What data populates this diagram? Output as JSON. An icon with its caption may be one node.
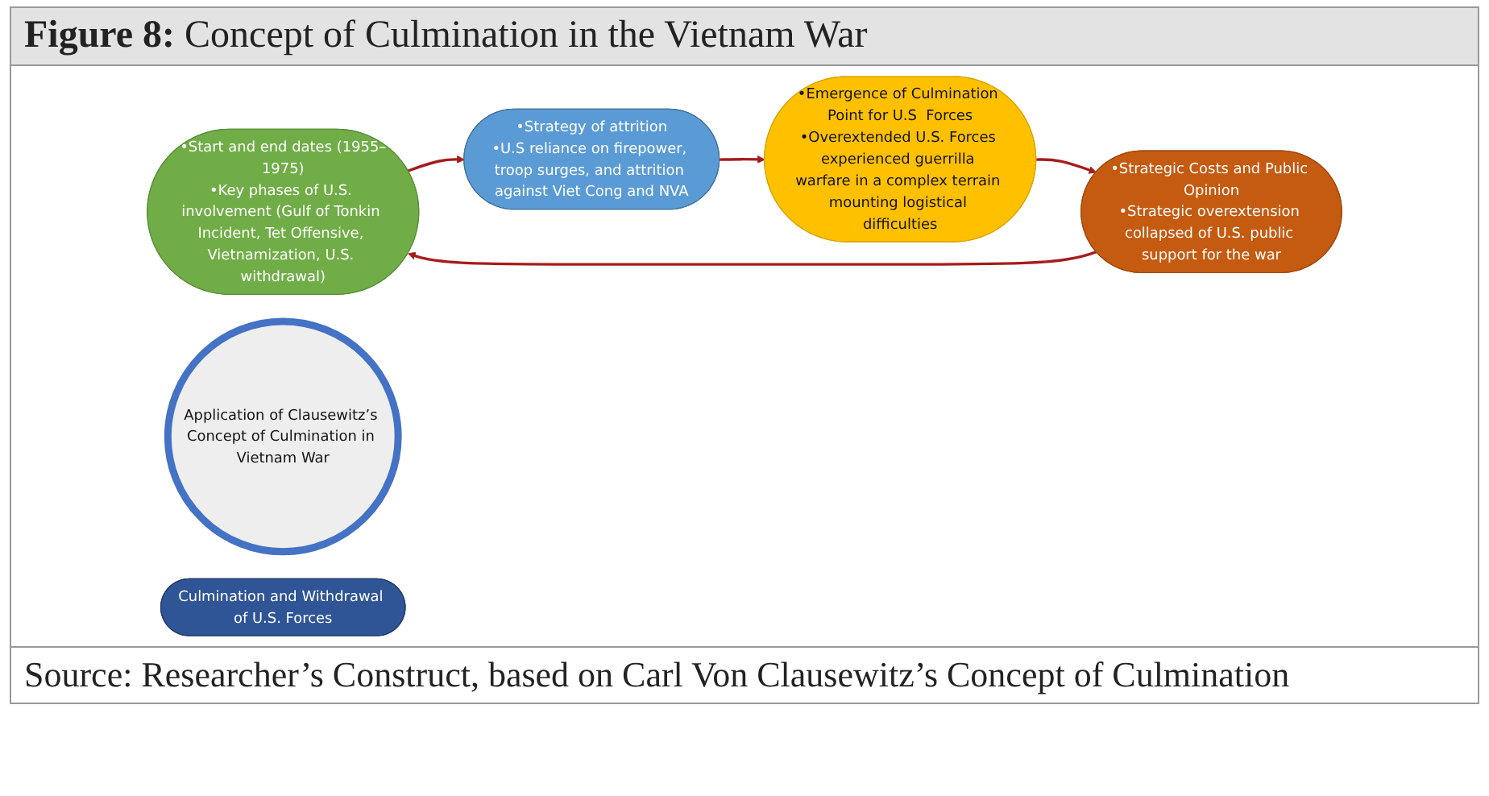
{
  "diagram": {
    "title": "**Figure 8:** Concept of Culmination in the Vietnam War",
    "caption": "Source: Researcher’s Construct, based on Carl Von Clausewitz’s Concept of Culmination",
    "nodes": [
      {
        "text": [
          "•Start and end dates (1955–1975)",
          "•Key phases of U.S. involvement (Gulf of Tonkin Incident, Tet Offensive, Vietnamization, U.S. withdrawal)"
        ]
      },
      {
        "text": [
          "•Strategy of attrition",
          "•U.S reliance on firepower, troop surges, and attrition against Viet Cong and NVA"
        ]
      },
      {
        "text": [
          "•Emergence of Culmination Point for U.S  Forces",
          "•Overextended U.S. Forces experienced guerrilla warfare in a complex terrain mounting logistical difficulties"
        ]
      },
      {
        "text": [
          "•Strategic Costs and Public Opinion",
          "•Strategic overextension collapsed of U.S. public support for the war"
        ]
      },
      {
        "text": [
          "Application of Clausewitz’s Concept of Culmination in Vietnam War"
        ]
      },
      {
        "text": [
          "Culmination and Withdrawal of U.S. Forces"
        ]
      }
    ],
    "edges": [
      {
        "from": 0,
        "to": 1,
        "arrow": "to"
      },
      {
        "from": 1,
        "to": 2,
        "arrow": "to"
      },
      {
        "from": 2,
        "to": 3,
        "arrow": "to"
      },
      {
        "from": 3,
        "to": 0,
        "arrow": "to"
      }
    ]
  }
}
